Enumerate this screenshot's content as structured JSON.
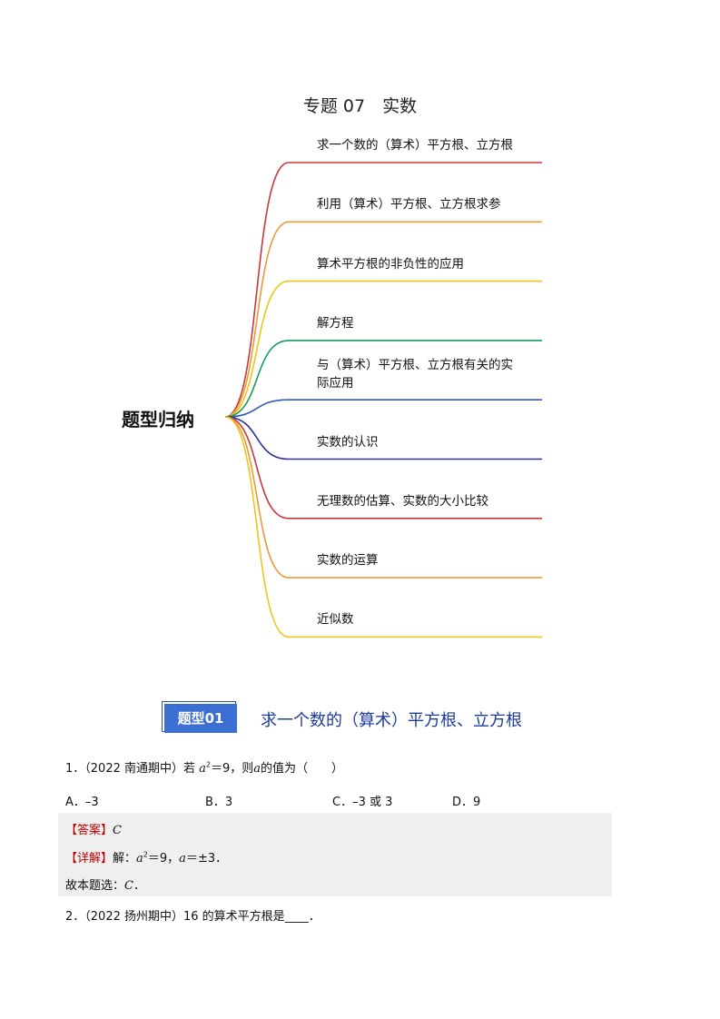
{
  "document": {
    "title": "专题 07　实数"
  },
  "mindmap": {
    "root": "题型归纳",
    "branches": [
      {
        "line1": "求一个数的（算术）平方根、立方根",
        "line2": "",
        "color": "#c8383a"
      },
      {
        "line1": "利用（算术）平方根、立方根求参",
        "line2": "",
        "color": "#e99a3a"
      },
      {
        "line1": "算术平方根的非负性的应用",
        "line2": "",
        "color": "#f0c419"
      },
      {
        "line1": "解方程",
        "line2": "",
        "color": "#1a9c5a"
      },
      {
        "line1": "与（算术）平方根、立方根有关的实",
        "line2": "际应用",
        "color": "#2e5db8"
      },
      {
        "line1": "实数的认识",
        "line2": "",
        "color": "#2b2f8f"
      },
      {
        "line1": "无理数的估算、实数的大小比较",
        "line2": "",
        "color": "#c8383a"
      },
      {
        "line1": "实数的运算",
        "line2": "",
        "color": "#e99a3a"
      },
      {
        "line1": "近似数",
        "line2": "",
        "color": "#f0c419"
      }
    ]
  },
  "section": {
    "badge": "题型01",
    "title": "求一个数的（算术）平方根、立方根"
  },
  "questions": {
    "q1": {
      "number": "1．",
      "source": "（2022 南通期中）若",
      "expr_var": "a",
      "expr_exp": "2",
      "expr_rest": "＝9，则",
      "expr_var2": "a",
      "tail": "的值为（　　）",
      "options": [
        "A．–3",
        "B．3",
        "C．–3 或 3",
        "D．9"
      ],
      "answer_label": "【答案】",
      "answer_value": "C",
      "detail_label": "【详解】",
      "detail_prefix": "解：",
      "detail_var": "a",
      "detail_exp": "2",
      "detail_mid": "＝9，",
      "detail_var2": "a",
      "detail_end": "＝±3．",
      "conclusion_prefix": "故本题选：",
      "conclusion_value": "C",
      "conclusion_end": "．"
    },
    "q2": {
      "number": "2．",
      "text": "（2022 扬州期中）16 的算术平方根是",
      "blank": "____",
      "end": "．"
    }
  }
}
